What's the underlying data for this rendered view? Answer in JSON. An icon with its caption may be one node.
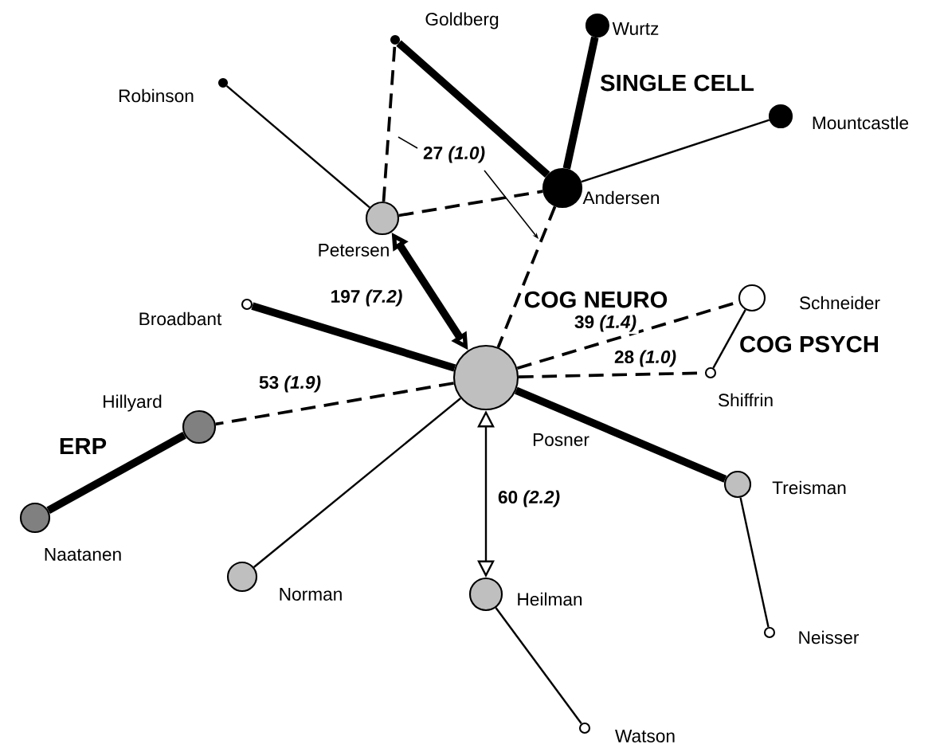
{
  "diagram": {
    "nodes": [
      {
        "text": [
          "Posner"
        ]
      },
      {
        "text": [
          "Petersen"
        ]
      },
      {
        "text": [
          "Andersen"
        ]
      },
      {
        "text": [
          "Goldberg"
        ]
      },
      {
        "text": [
          "Wurtz"
        ]
      },
      {
        "text": [
          "Mountcastle"
        ]
      },
      {
        "text": [
          "Robinson"
        ]
      },
      {
        "text": [
          "Broadbant"
        ]
      },
      {
        "text": [
          "Hillyard"
        ]
      },
      {
        "text": [
          "Naatanen"
        ]
      },
      {
        "text": [
          "Norman"
        ]
      },
      {
        "text": [
          "Heilman"
        ]
      },
      {
        "text": [
          "Watson"
        ]
      },
      {
        "text": [
          "Treisman"
        ]
      },
      {
        "text": [
          "Neisser"
        ]
      },
      {
        "text": [
          "Schneider"
        ]
      },
      {
        "text": [
          "Shiffrin"
        ]
      }
    ],
    "edges": [
      {
        "from": 1,
        "to": 0,
        "arrow": "both",
        "style": "thick",
        "label": "197 *(7.2)*"
      },
      {
        "from": 1,
        "to": 6,
        "arrow": "none"
      },
      {
        "from": 1,
        "to": 3,
        "arrow": "none",
        "style": "dashed"
      },
      {
        "from": 1,
        "to": 2,
        "arrow": "none",
        "style": "dashed",
        "label": "27 *(1.0)*"
      },
      {
        "from": 3,
        "to": 2,
        "arrow": "none",
        "style": "thick"
      },
      {
        "from": 2,
        "to": 4,
        "arrow": "none",
        "style": "thick"
      },
      {
        "from": 2,
        "to": 5,
        "arrow": "none"
      },
      {
        "from": 2,
        "to": 0,
        "arrow": "none",
        "style": "dashed"
      },
      {
        "from": 0,
        "to": 7,
        "arrow": "none",
        "style": "thick"
      },
      {
        "from": 0,
        "to": 8,
        "arrow": "none",
        "style": "dashed",
        "label": "53 *(1.9)*"
      },
      {
        "from": 8,
        "to": 9,
        "arrow": "none",
        "style": "thick"
      },
      {
        "from": 0,
        "to": 10,
        "arrow": "none"
      },
      {
        "from": 0,
        "to": 11,
        "arrow": "both",
        "label": "60 *(2.2)*"
      },
      {
        "from": 11,
        "to": 12,
        "arrow": "none"
      },
      {
        "from": 0,
        "to": 13,
        "arrow": "none",
        "style": "thick"
      },
      {
        "from": 13,
        "to": 14,
        "arrow": "none"
      },
      {
        "from": 0,
        "to": 15,
        "arrow": "none",
        "style": "dashed",
        "label": "39 *(1.4)*"
      },
      {
        "from": 0,
        "to": 16,
        "arrow": "none",
        "style": "dashed",
        "label": "28 *(1.0)*"
      },
      {
        "from": 15,
        "to": 16,
        "arrow": "none"
      }
    ],
    "labels": [
      "SINGLE CELL",
      "COG NEURO",
      "COG PSYCH",
      "ERP"
    ]
  }
}
